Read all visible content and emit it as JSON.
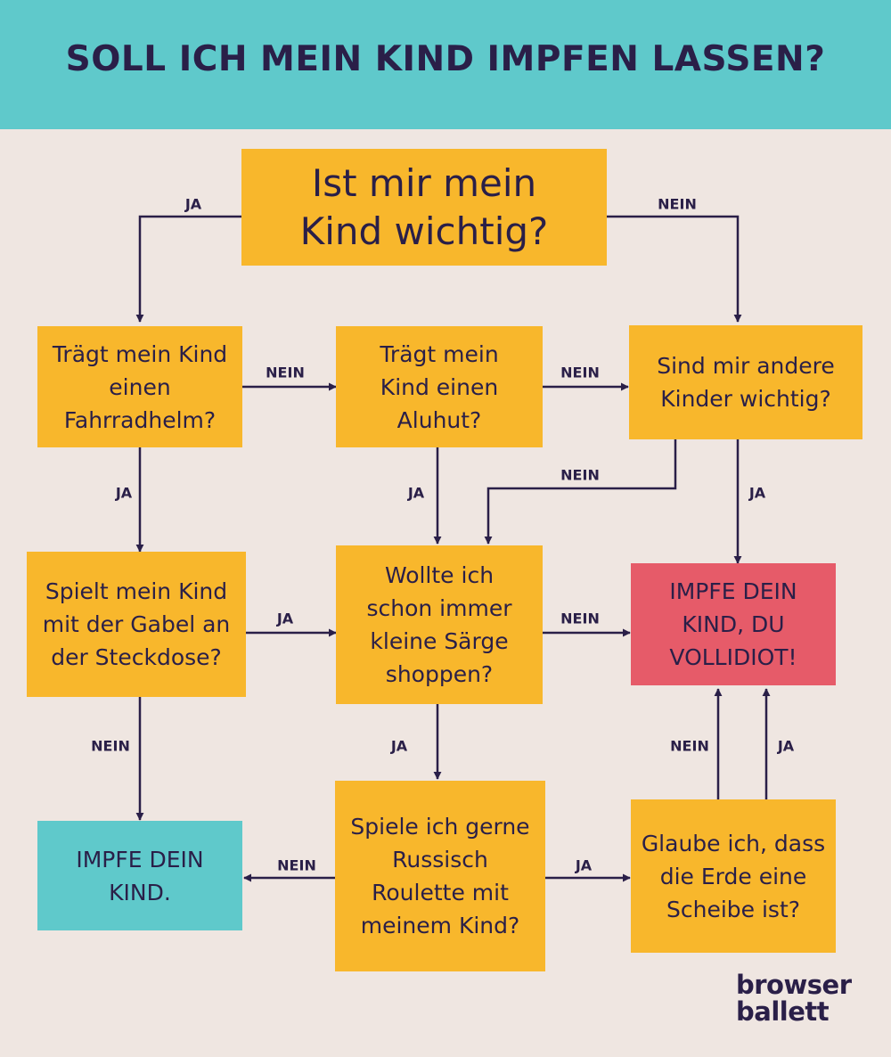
{
  "title": "SOLL ICH MEIN KIND IMPFEN LASSEN?",
  "colors": {
    "header": "#5fc9cb",
    "question": "#f8b72c",
    "danger": "#e65b69",
    "safe": "#5fc9cb",
    "ink": "#2a1f48"
  },
  "nodes": {
    "start": "Ist mir mein Kind wichtig?",
    "helmet": "Trägt mein Kind einen Fahrradhelm?",
    "alu": "Trägt mein Kind einen Aluhut?",
    "others": "Sind mir andere Kinder wichtig?",
    "fork": "Spielt mein Kind mit der Gabel an der Steckdose?",
    "coffins": "Wollte ich schon immer kleine Särge shoppen?",
    "idiot": "IMPFE DEIN KIND, DU VOLLIDIOT!",
    "vaccinate": "IMPFE DEIN KIND.",
    "roulette": "Spiele ich gerne Russisch Roulette mit meinem Kind?",
    "flat": "Glaube ich, dass die Erde eine Scheibe ist?"
  },
  "edge_labels": {
    "start_ja": "JA",
    "start_nein": "NEIN",
    "helmet_nein": "NEIN",
    "alu_nein": "NEIN",
    "helmet_ja": "JA",
    "alu_ja": "JA",
    "others_nein": "NEIN",
    "others_ja": "JA",
    "fork_ja": "JA",
    "coffins_nein": "NEIN",
    "fork_nein": "NEIN",
    "coffins_ja": "JA",
    "flat_nein": "NEIN",
    "flat_ja": "JA",
    "roulette_nein": "NEIN",
    "roulette_ja": "JA"
  },
  "logo": {
    "line1": "browser",
    "line2": "ballett"
  }
}
